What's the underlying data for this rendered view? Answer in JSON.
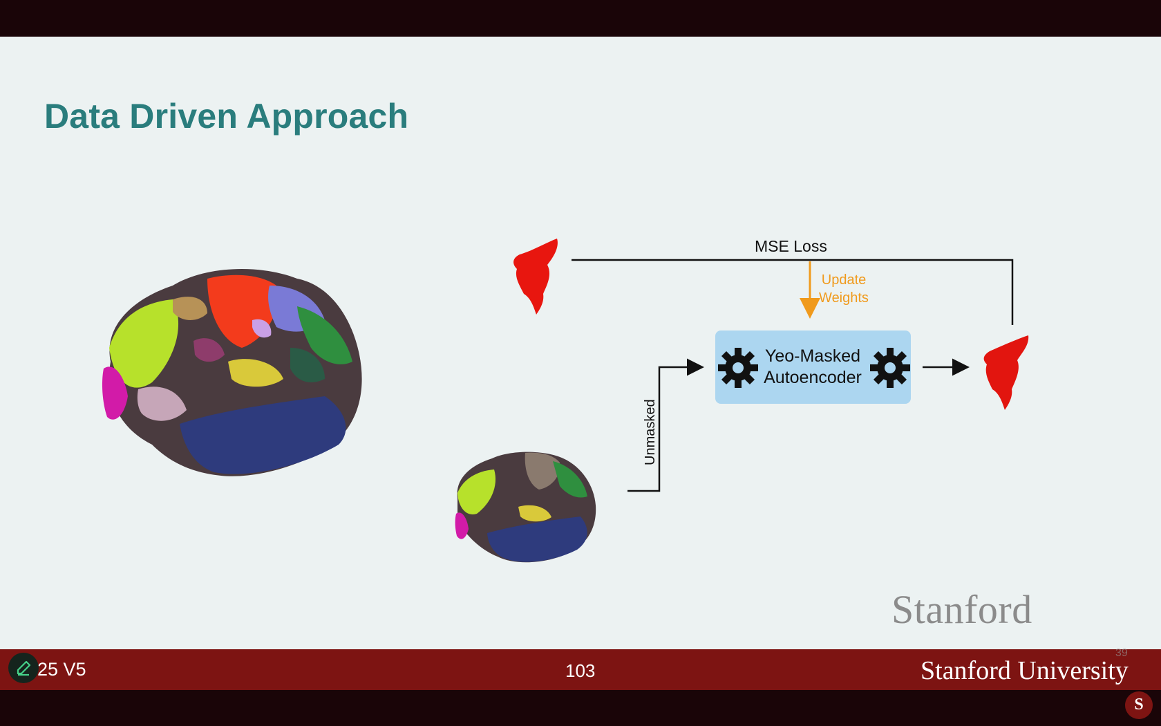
{
  "slide": {
    "title": "Data Driven Approach",
    "watermark": "Stanford"
  },
  "diagram": {
    "mse_loss": "MSE Loss",
    "update_weights": [
      "Update",
      "Weights"
    ],
    "autoencoder_label": [
      "Yeo-Masked",
      "Autoencoder"
    ],
    "unmasked_label": "Unmasked"
  },
  "footer": {
    "left_text": "25 V5",
    "page_number": "103",
    "right_text": "Stanford University"
  },
  "overlay": {
    "faint_number": "39"
  },
  "colors": {
    "slide_background": "#ecf2f2",
    "title": "#2a7d7d",
    "footer": "#7d1412",
    "autoencoder_box": "#acd6f0",
    "update_arrow": "#f09a1c",
    "region": "#e8160f"
  },
  "icons": [
    "pencil-icon",
    "gear-icon",
    "stanford-logo-icon"
  ]
}
